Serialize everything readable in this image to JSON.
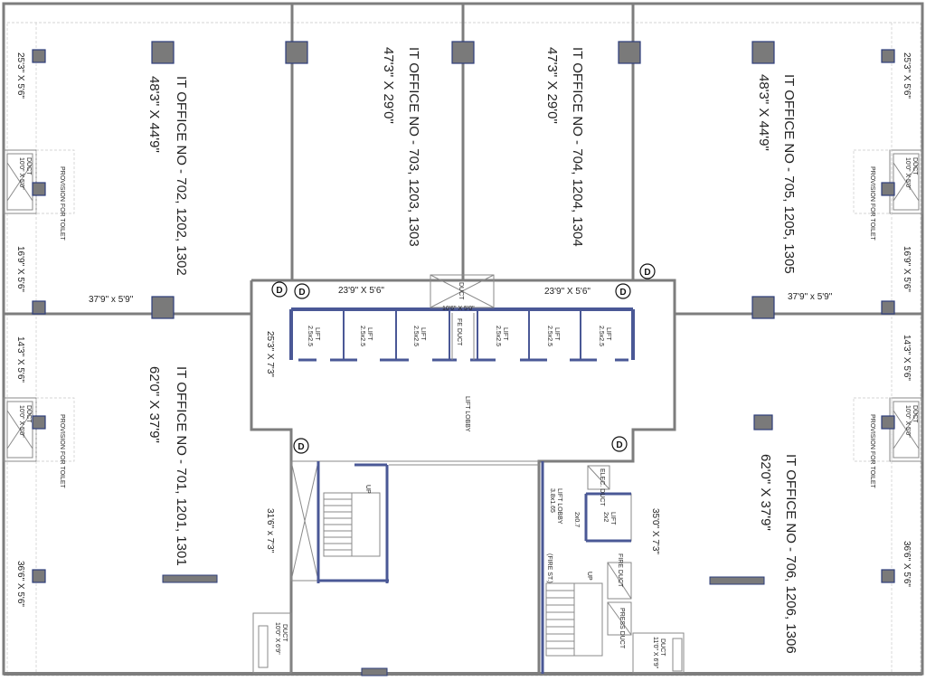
{
  "offices": [
    {
      "name": "IT OFFICE NO - 702, 1202, 1302",
      "size": "48'3\" X 44'9\""
    },
    {
      "name": "IT OFFICE NO - 703, 1203, 1303",
      "size": "47'3\" X 29'0\""
    },
    {
      "name": "IT OFFICE NO - 704, 1204, 1304",
      "size": "47'3\" X 29'0\""
    },
    {
      "name": "IT OFFICE NO - 705, 1205, 1305",
      "size": "48'3\" X 44'9\""
    },
    {
      "name": "IT OFFICE NO - 701, 1201, 1301",
      "size": "62'0\" X 37'9\""
    },
    {
      "name": "IT OFFICE NO - 706, 1206, 1306",
      "size": "62'0\" X 37'9\""
    }
  ],
  "dimensions": {
    "left_top": "25'3\" X 5'6\"",
    "right_top": "25'3\" X 5'6\"",
    "left_169": "16'9\" X 5'6\"",
    "right_169": "16'9\" X 5'6\"",
    "left_143": "14'3\" X 5'6\"",
    "right_143": "14'3\" X 5'6\"",
    "left_366": "36'6\" X 5'6\"",
    "right_366": "36'6\" X 5'6\"",
    "corridor_left": "37'9\" x 5'9\"",
    "corridor_right": "37'9\" x 5'9\"",
    "lobby_top_left": "23'9\" X 5'6\"",
    "lobby_top_right": "23'9\" X 5'6\"",
    "lobby_vertical": "25'3\"  X 7'3\"",
    "stair_left": "31'6\" x 7'3\"",
    "stair_right": "35'0\" X 7'3\""
  },
  "lifts": [
    {
      "label": "LIFT",
      "size": "2.5x2.5"
    },
    {
      "label": "LIFT",
      "size": "2.5x2.5"
    },
    {
      "label": "LIFT",
      "size": "2.5x2.5"
    },
    {
      "label": "LIFT",
      "size": "2.5x2.5"
    },
    {
      "label": "LIFT",
      "size": "2.5x2.5"
    },
    {
      "label": "LIFT",
      "size": "2.5x2.5"
    }
  ],
  "core": {
    "duct_top": "DUCT",
    "duct_top_size": "10'6\" X 5'0\"",
    "fe_duct": "FE DUCT",
    "lift_lobby": "LIFT LOBBY",
    "small_lift_lobby": "LIFT LOBBY",
    "small_lift_lobby_size": "3.8x1.65",
    "small_lift": "LIFT",
    "small_lift_size": "2x2",
    "small_lift_cab": "2x0.7",
    "elec_duct": "ELEC. DUCT",
    "fire_duct": "FIRE DUCT",
    "press_duct": "PRESS DUCT",
    "fire_stair": "(FIRE ST.)",
    "up_left": "UP",
    "up_right": "UP",
    "duct_bottom_left": "DUCT",
    "duct_bottom_left_size": "10'0\" X 6'9\"",
    "duct_bottom_right": "DUCT",
    "duct_bottom_right_size": "11'0\" X 6'9\""
  },
  "side_ducts": {
    "provision_toilet": "PROVISION FOR TOILET",
    "duct": "DUCT",
    "duct_size": "10'0\" X 5'0\""
  },
  "door_mark": "D"
}
